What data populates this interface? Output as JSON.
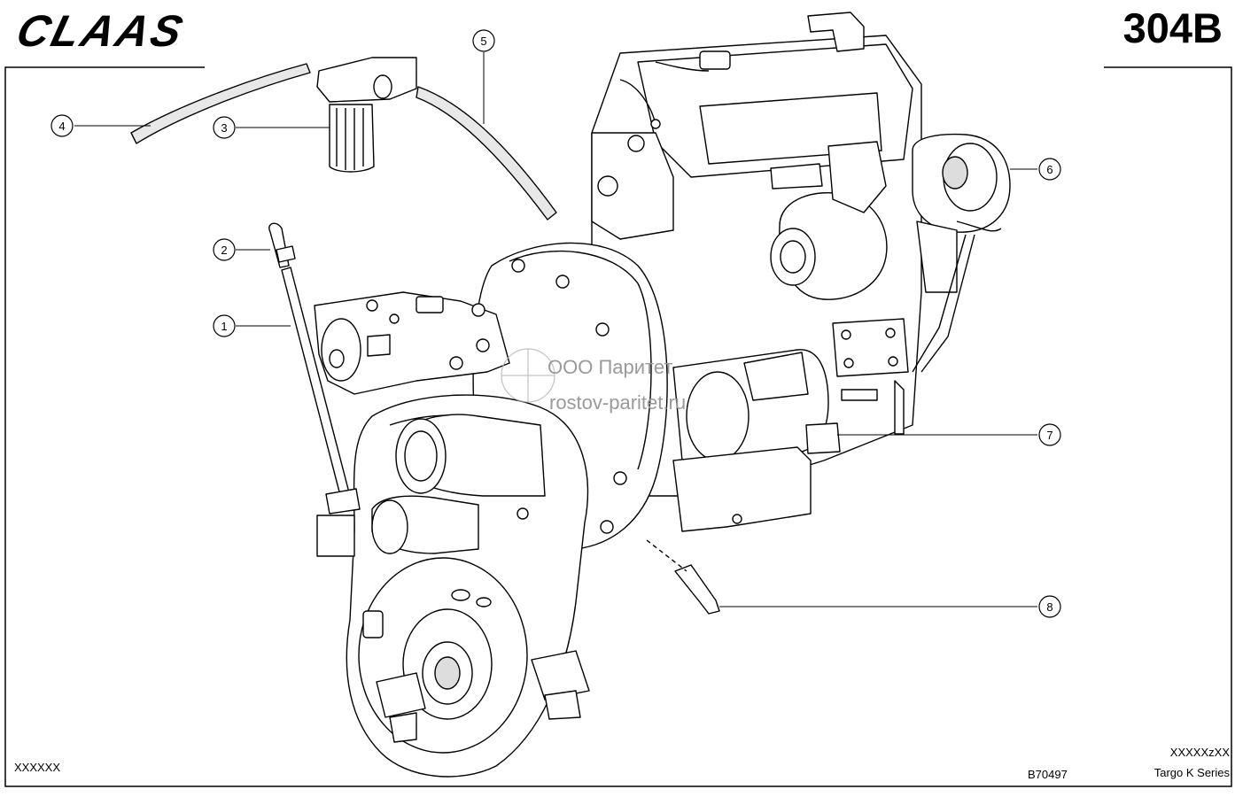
{
  "header": {
    "brand": "CLAAS",
    "page_code": "304B"
  },
  "callouts": [
    {
      "number": "1"
    },
    {
      "number": "2"
    },
    {
      "number": "3"
    },
    {
      "number": "4"
    },
    {
      "number": "5"
    },
    {
      "number": "6"
    },
    {
      "number": "7"
    },
    {
      "number": "8"
    }
  ],
  "watermark": {
    "line1": "ООО Паритет",
    "line2": "rostov-paritet.ru"
  },
  "footer": {
    "left_code": "XXXXXX",
    "drawing_number": "B70497",
    "right_code": "XXXXXzXX",
    "series": "Targo K Series"
  }
}
